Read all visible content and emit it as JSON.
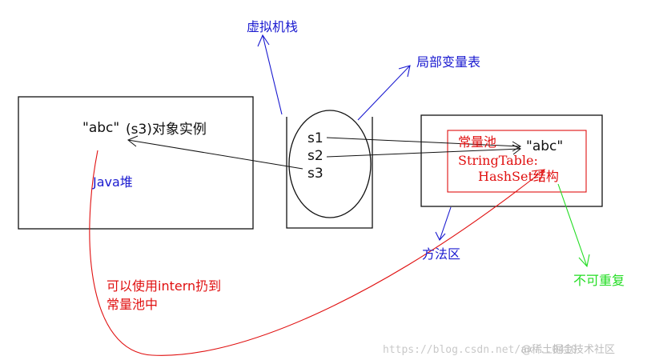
{
  "labels": {
    "vm_stack": "虚拟机栈",
    "local_vars": "局部变量表",
    "abc_heap": "\"abc\"",
    "s3_instance": "(s3)对象实例",
    "java_heap": "Java堆",
    "s1": "s1",
    "s2": "s2",
    "s3": "s3",
    "const_pool": "常量池",
    "abc_pool": "\"abc\"",
    "string_table": "StringTable:",
    "hashset": "HashSet结构",
    "method_area": "方法区",
    "no_dup": "不可重复",
    "intern_line1": "可以使用intern扔到",
    "intern_line2": "常量池中"
  },
  "watermark": {
    "url": "https://blog.csdn.net/ax...0410",
    "brand": "@稀土掘金技术社区"
  },
  "colors": {
    "ink": "#111111",
    "blue": "#1a1ad0",
    "red": "#e01010",
    "green": "#22dd22"
  }
}
